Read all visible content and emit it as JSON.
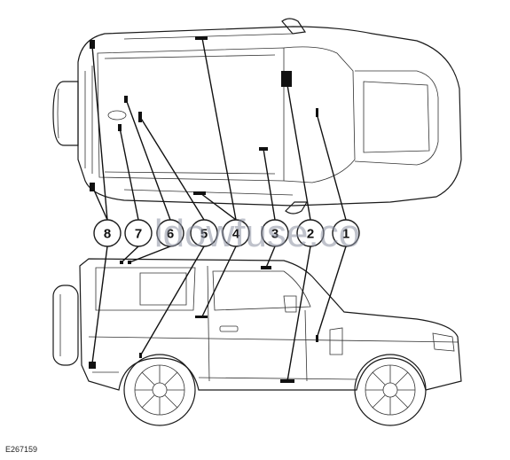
{
  "figure": {
    "id_label": "E267159",
    "watermark_text": "ldowfuse.co",
    "views": [
      "top-view",
      "side-view"
    ],
    "callouts": [
      {
        "number": "8"
      },
      {
        "number": "7"
      },
      {
        "number": "6"
      },
      {
        "number": "5"
      },
      {
        "number": "4"
      },
      {
        "number": "3"
      },
      {
        "number": "2"
      },
      {
        "number": "1"
      }
    ]
  }
}
